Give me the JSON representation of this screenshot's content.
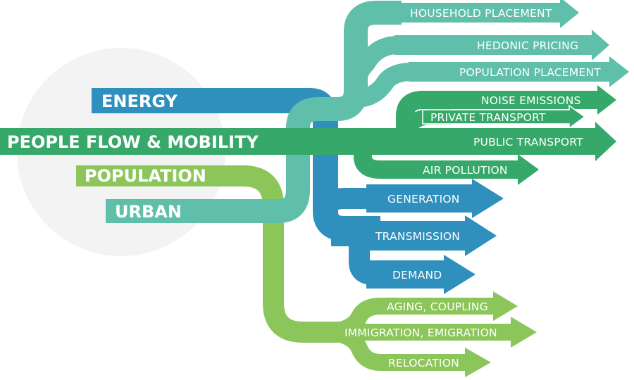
{
  "colors": {
    "energy": "#2f8fbd",
    "mobility": "#36a869",
    "population": "#8cc65a",
    "urban": "#5fbfaa",
    "halo": "#f3f3f3"
  },
  "sources": {
    "energy": "ENERGY",
    "mobility": "PEOPLE FLOW & MOBILITY",
    "population": "POPULATION",
    "urban": "URBAN"
  },
  "targets": {
    "urban": [
      "HOUSEHOLD PLACEMENT",
      "HEDONIC PRICING",
      "POPULATION PLACEMENT"
    ],
    "mobility": [
      "NOISE EMISSIONS",
      "PRIVATE TRANSPORT",
      "PUBLIC TRANSPORT",
      "AIR POLLUTION"
    ],
    "energy": [
      "GENERATION",
      "TRANSMISSION",
      "DEMAND"
    ],
    "population": [
      "AGING, COUPLING",
      "IMMIGRATION, EMIGRATION",
      "RELOCATION"
    ]
  }
}
